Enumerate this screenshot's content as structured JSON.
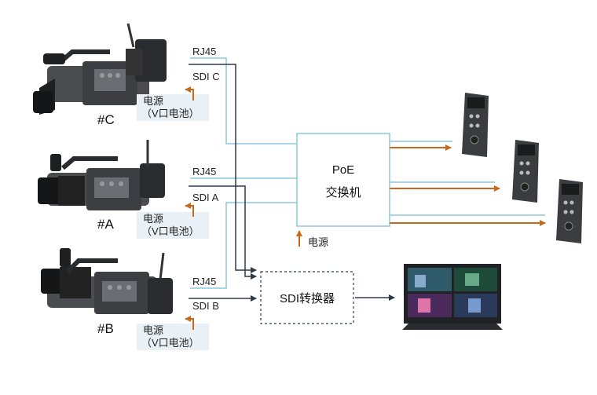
{
  "cameras": [
    {
      "tag": "#C",
      "rj45_label": "RJ45",
      "sdi_label": "SDI C",
      "power_line1": "电源",
      "power_line2": "（V口电池）"
    },
    {
      "tag": "#A",
      "rj45_label": "RJ45",
      "sdi_label": "SDI A",
      "power_line1": "电源",
      "power_line2": "（V口电池）"
    },
    {
      "tag": "#B",
      "rj45_label": "RJ45",
      "sdi_label": "SDI B",
      "power_line1": "电源",
      "power_line2": "（V口电池）"
    }
  ],
  "poe_switch": {
    "line1": "PoE",
    "line2": "交换机",
    "power_label": "电源"
  },
  "sdi_converter": {
    "label": "SDI转换器"
  },
  "colors": {
    "rj45_line": "#8cc8dc",
    "sdi_line": "#2e3a4a",
    "power_arrow": "#c8691e",
    "switch_border": "#8cc8dc",
    "power_bg": "#eaf1f6"
  }
}
